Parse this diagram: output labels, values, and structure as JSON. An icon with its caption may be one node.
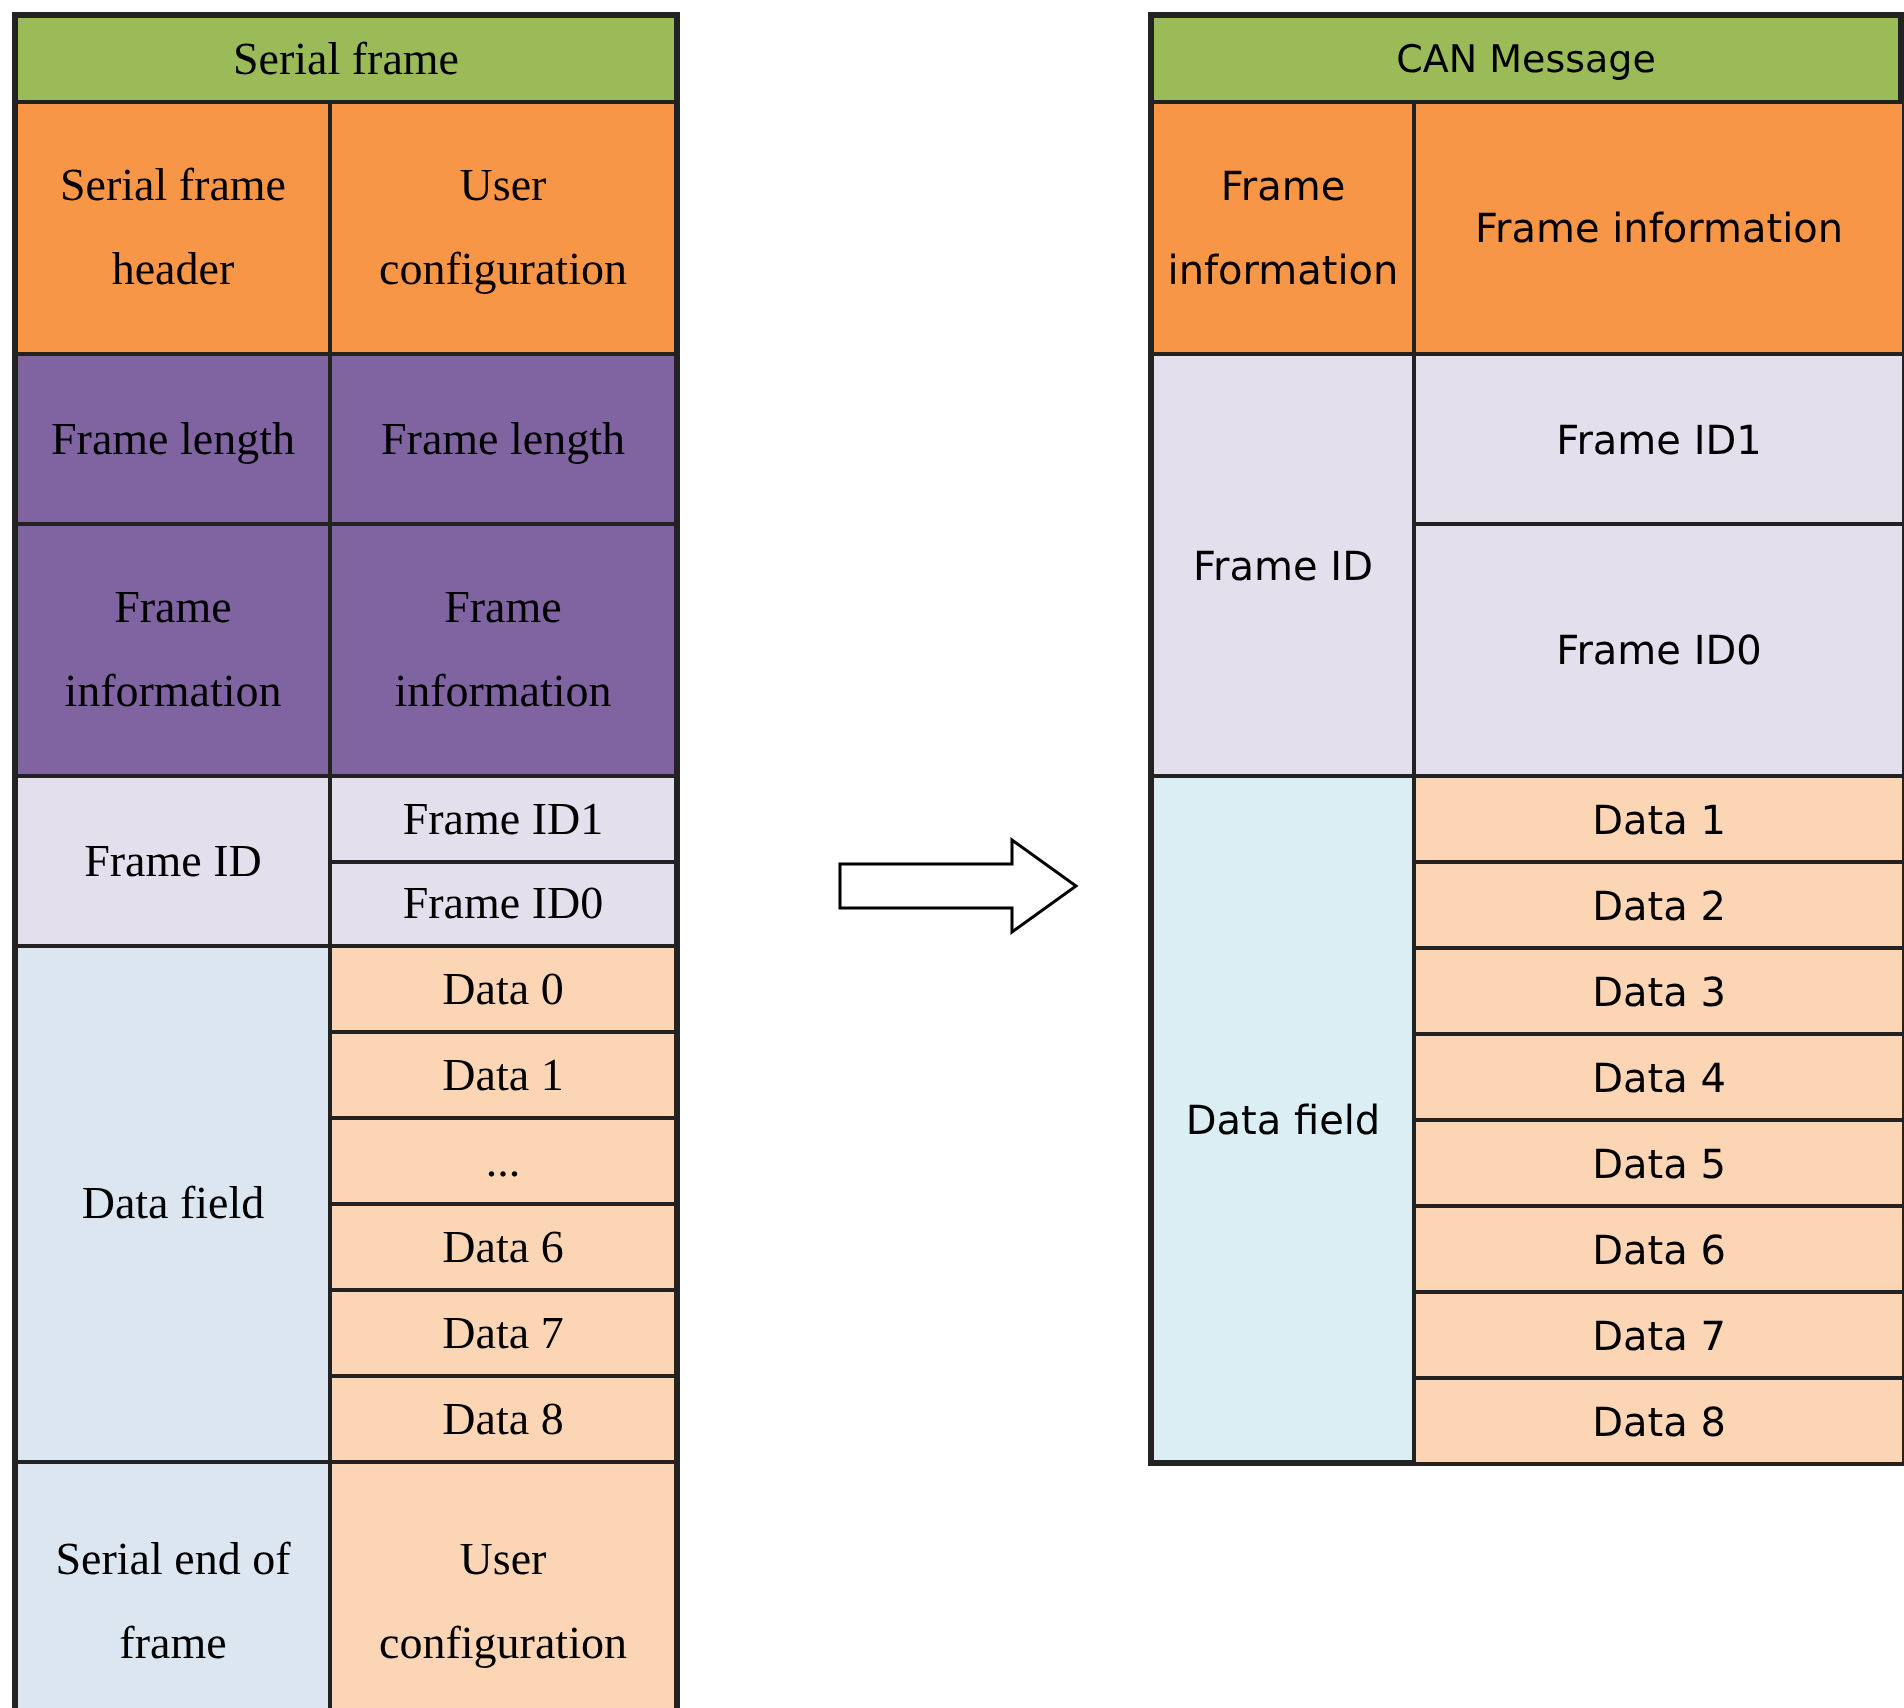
{
  "diagram": {
    "nodes": [
      {
        "text": [
          "Serial frame"
        ]
      },
      {
        "text": [
          "Serial frame header"
        ],
        "in": 0
      },
      {
        "text": [
          "User configuration"
        ],
        "in": 0
      },
      {
        "text": [
          "Frame length"
        ],
        "in": 0
      },
      {
        "text": [
          "Frame length"
        ],
        "in": 0
      },
      {
        "text": [
          "Frame information"
        ],
        "in": 0
      },
      {
        "text": [
          "Frame information"
        ],
        "in": 0
      },
      {
        "text": [
          "Frame ID"
        ],
        "in": 0
      },
      {
        "text": [
          "Frame ID1"
        ],
        "in": 0
      },
      {
        "text": [
          "Frame ID0"
        ],
        "in": 0
      },
      {
        "text": [
          "Data field"
        ],
        "in": 0
      },
      {
        "text": [
          "Data 0"
        ],
        "in": 0
      },
      {
        "text": [
          "Data 1"
        ],
        "in": 0
      },
      {
        "text": [
          "..."
        ],
        "in": 0
      },
      {
        "text": [
          "Data 6"
        ],
        "in": 0
      },
      {
        "text": [
          "Data 7"
        ],
        "in": 0
      },
      {
        "text": [
          "Data 8"
        ],
        "in": 0
      },
      {
        "text": [
          "Serial end of frame"
        ],
        "in": 0
      },
      {
        "text": [
          "User configuration"
        ],
        "in": 0
      },
      {
        "text": [
          "CAN Message"
        ]
      },
      {
        "text": [
          "Frame information"
        ],
        "in": 19
      },
      {
        "text": [
          "Frame information"
        ],
        "in": 19
      },
      {
        "text": [
          "Frame ID"
        ],
        "in": 19
      },
      {
        "text": [
          "Frame ID1"
        ],
        "in": 19
      },
      {
        "text": [
          "Frame ID0"
        ],
        "in": 19
      },
      {
        "text": [
          "Data field"
        ],
        "in": 19
      },
      {
        "text": [
          "Data 1"
        ],
        "in": 19
      },
      {
        "text": [
          "Data 2"
        ],
        "in": 19
      },
      {
        "text": [
          "Data 3"
        ],
        "in": 19
      },
      {
        "text": [
          "Data 4"
        ],
        "in": 19
      },
      {
        "text": [
          "Data 5"
        ],
        "in": 19
      },
      {
        "text": [
          "Data 6"
        ],
        "in": 19
      },
      {
        "text": [
          "Data 7"
        ],
        "in": 19
      },
      {
        "text": [
          "Data 8"
        ],
        "in": 19
      }
    ],
    "edges": [
      {
        "from": 0,
        "to": 19,
        "arrow": "to"
      }
    ]
  }
}
